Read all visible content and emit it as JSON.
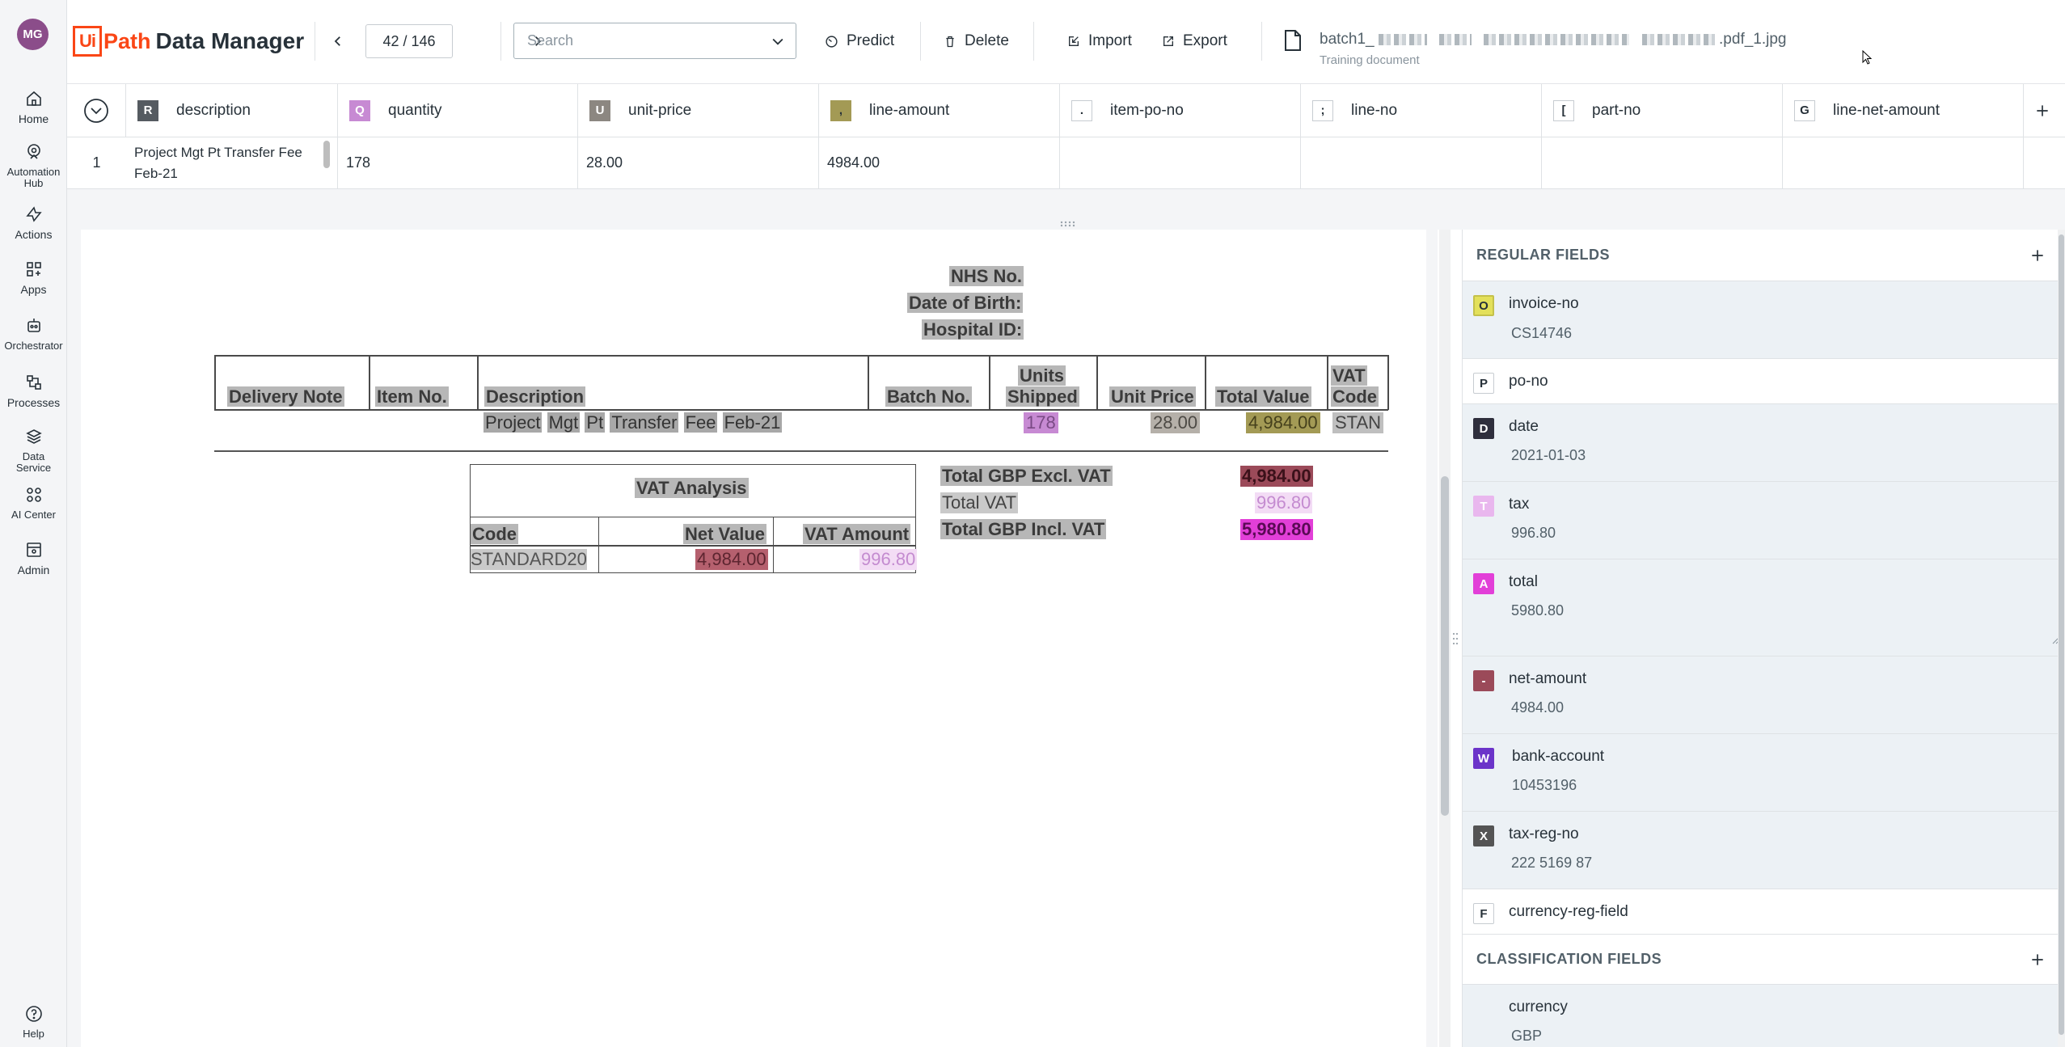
{
  "nav": {
    "avatar": "MG",
    "items": [
      {
        "label": "Home",
        "icon": "home-icon"
      },
      {
        "label": "Automation Hub",
        "icon": "automation-hub-icon"
      },
      {
        "label": "Actions",
        "icon": "actions-icon"
      },
      {
        "label": "Apps",
        "icon": "apps-icon"
      },
      {
        "label": "Orchestrator",
        "icon": "orchestrator-icon"
      },
      {
        "label": "Processes",
        "icon": "processes-icon"
      },
      {
        "label": "Data Service",
        "icon": "data-service-icon"
      },
      {
        "label": "AI Center",
        "icon": "ai-center-icon"
      },
      {
        "label": "Admin",
        "icon": "admin-icon"
      },
      {
        "label": "Help",
        "icon": "help-icon"
      }
    ]
  },
  "header": {
    "logo_box": "Ui",
    "logo_path": "Path",
    "app_title": "Data Manager",
    "pager": "42 / 146",
    "search_placeholder": "Search",
    "predict": "Predict",
    "delete": "Delete",
    "import": "Import",
    "export": "Export",
    "filename_start": "batch1_",
    "filename_end": ".pdf_1.jpg",
    "file_type": "Training document"
  },
  "grid": {
    "columns": [
      {
        "badge": "R",
        "label": "description",
        "color": "#555b61",
        "fg": "#ffffff"
      },
      {
        "badge": "Q",
        "label": "quantity",
        "color": "#c78ad3",
        "fg": "#ffffff"
      },
      {
        "badge": "U",
        "label": "unit-price",
        "color": "#8c8781",
        "fg": "#ffffff"
      },
      {
        "badge": ",",
        "label": "line-amount",
        "color": "#a39a55",
        "fg": "#273139"
      },
      {
        "badge": ".",
        "label": "item-po-no",
        "color": "#ffffff",
        "fg": "#273139"
      },
      {
        "badge": ";",
        "label": "line-no",
        "color": "#ffffff",
        "fg": "#273139"
      },
      {
        "badge": "[",
        "label": "part-no",
        "color": "#ffffff",
        "fg": "#273139"
      },
      {
        "badge": "G",
        "label": "line-net-amount",
        "color": "#ffffff",
        "fg": "#273139"
      }
    ],
    "rows": [
      {
        "num": "1",
        "description": "Project Mgt Pt Transfer Fee Feb-21",
        "quantity": "178",
        "unit_price": "28.00",
        "line_amount": "4984.00"
      }
    ]
  },
  "document": {
    "nhs": "NHS No.",
    "dob": "Date of Birth:",
    "hospital": "Hospital ID:",
    "headers": [
      "Delivery Note",
      "Item No.",
      "Description",
      "Batch No.",
      "Units",
      "Shipped",
      "Unit Price",
      "Total Value",
      "VAT",
      "Code"
    ],
    "line_desc_words": [
      "Project",
      "Mgt",
      "Pt",
      "Transfer",
      "Fee",
      "Feb-21"
    ],
    "line_units": "178",
    "line_price": "28.00",
    "line_total": "4,984.00",
    "line_vat": "STAN",
    "vat_title": "VAT Analysis",
    "vat_headers": [
      "Code",
      "Net Value",
      "VAT Amount"
    ],
    "vat_code": "STANDARD20",
    "vat_net": "4,984.00",
    "vat_amount": "996.80",
    "total_excl_label": "Total GBP Excl. VAT",
    "total_excl": "4,984.00",
    "total_vat_label": "Total VAT",
    "total_vat": "996.80",
    "total_incl_label": "Total GBP Incl. VAT",
    "total_incl": "5,980.80"
  },
  "panel": {
    "regular_title": "REGULAR FIELDS",
    "classification_title": "CLASSIFICATION FIELDS",
    "fields": [
      {
        "badge": "O",
        "name": "invoice-no",
        "value": "CS14746",
        "color": "#e3e05a",
        "fg": "#273139"
      },
      {
        "badge": "P",
        "name": "po-no",
        "value": "",
        "color": "#ffffff",
        "fg": "#273139"
      },
      {
        "badge": "D",
        "name": "date",
        "value": "2021-01-03",
        "color": "#2f2f3d",
        "fg": "#ffffff"
      },
      {
        "badge": "T",
        "name": "tax",
        "value": "996.80",
        "color": "#e9b7ee",
        "fg": "#ffffff"
      },
      {
        "badge": "A",
        "name": "total",
        "value": "5980.80",
        "color": "#e23fd8",
        "fg": "#ffffff"
      },
      {
        "badge": "-",
        "name": "net-amount",
        "value": "4984.00",
        "color": "#9b4a59",
        "fg": "#ffffff"
      },
      {
        "badge": "W",
        "name": "bank-account",
        "value": "10453196",
        "color": "#6b34c9",
        "fg": "#ffffff"
      },
      {
        "badge": "X",
        "name": "tax-reg-no",
        "value": "222 5169 87",
        "color": "#545454",
        "fg": "#ffffff"
      },
      {
        "badge": "F",
        "name": "currency-reg-field",
        "value": "",
        "color": "#ffffff",
        "fg": "#273139"
      }
    ],
    "classification": [
      {
        "name": "currency",
        "value": "GBP"
      }
    ]
  }
}
